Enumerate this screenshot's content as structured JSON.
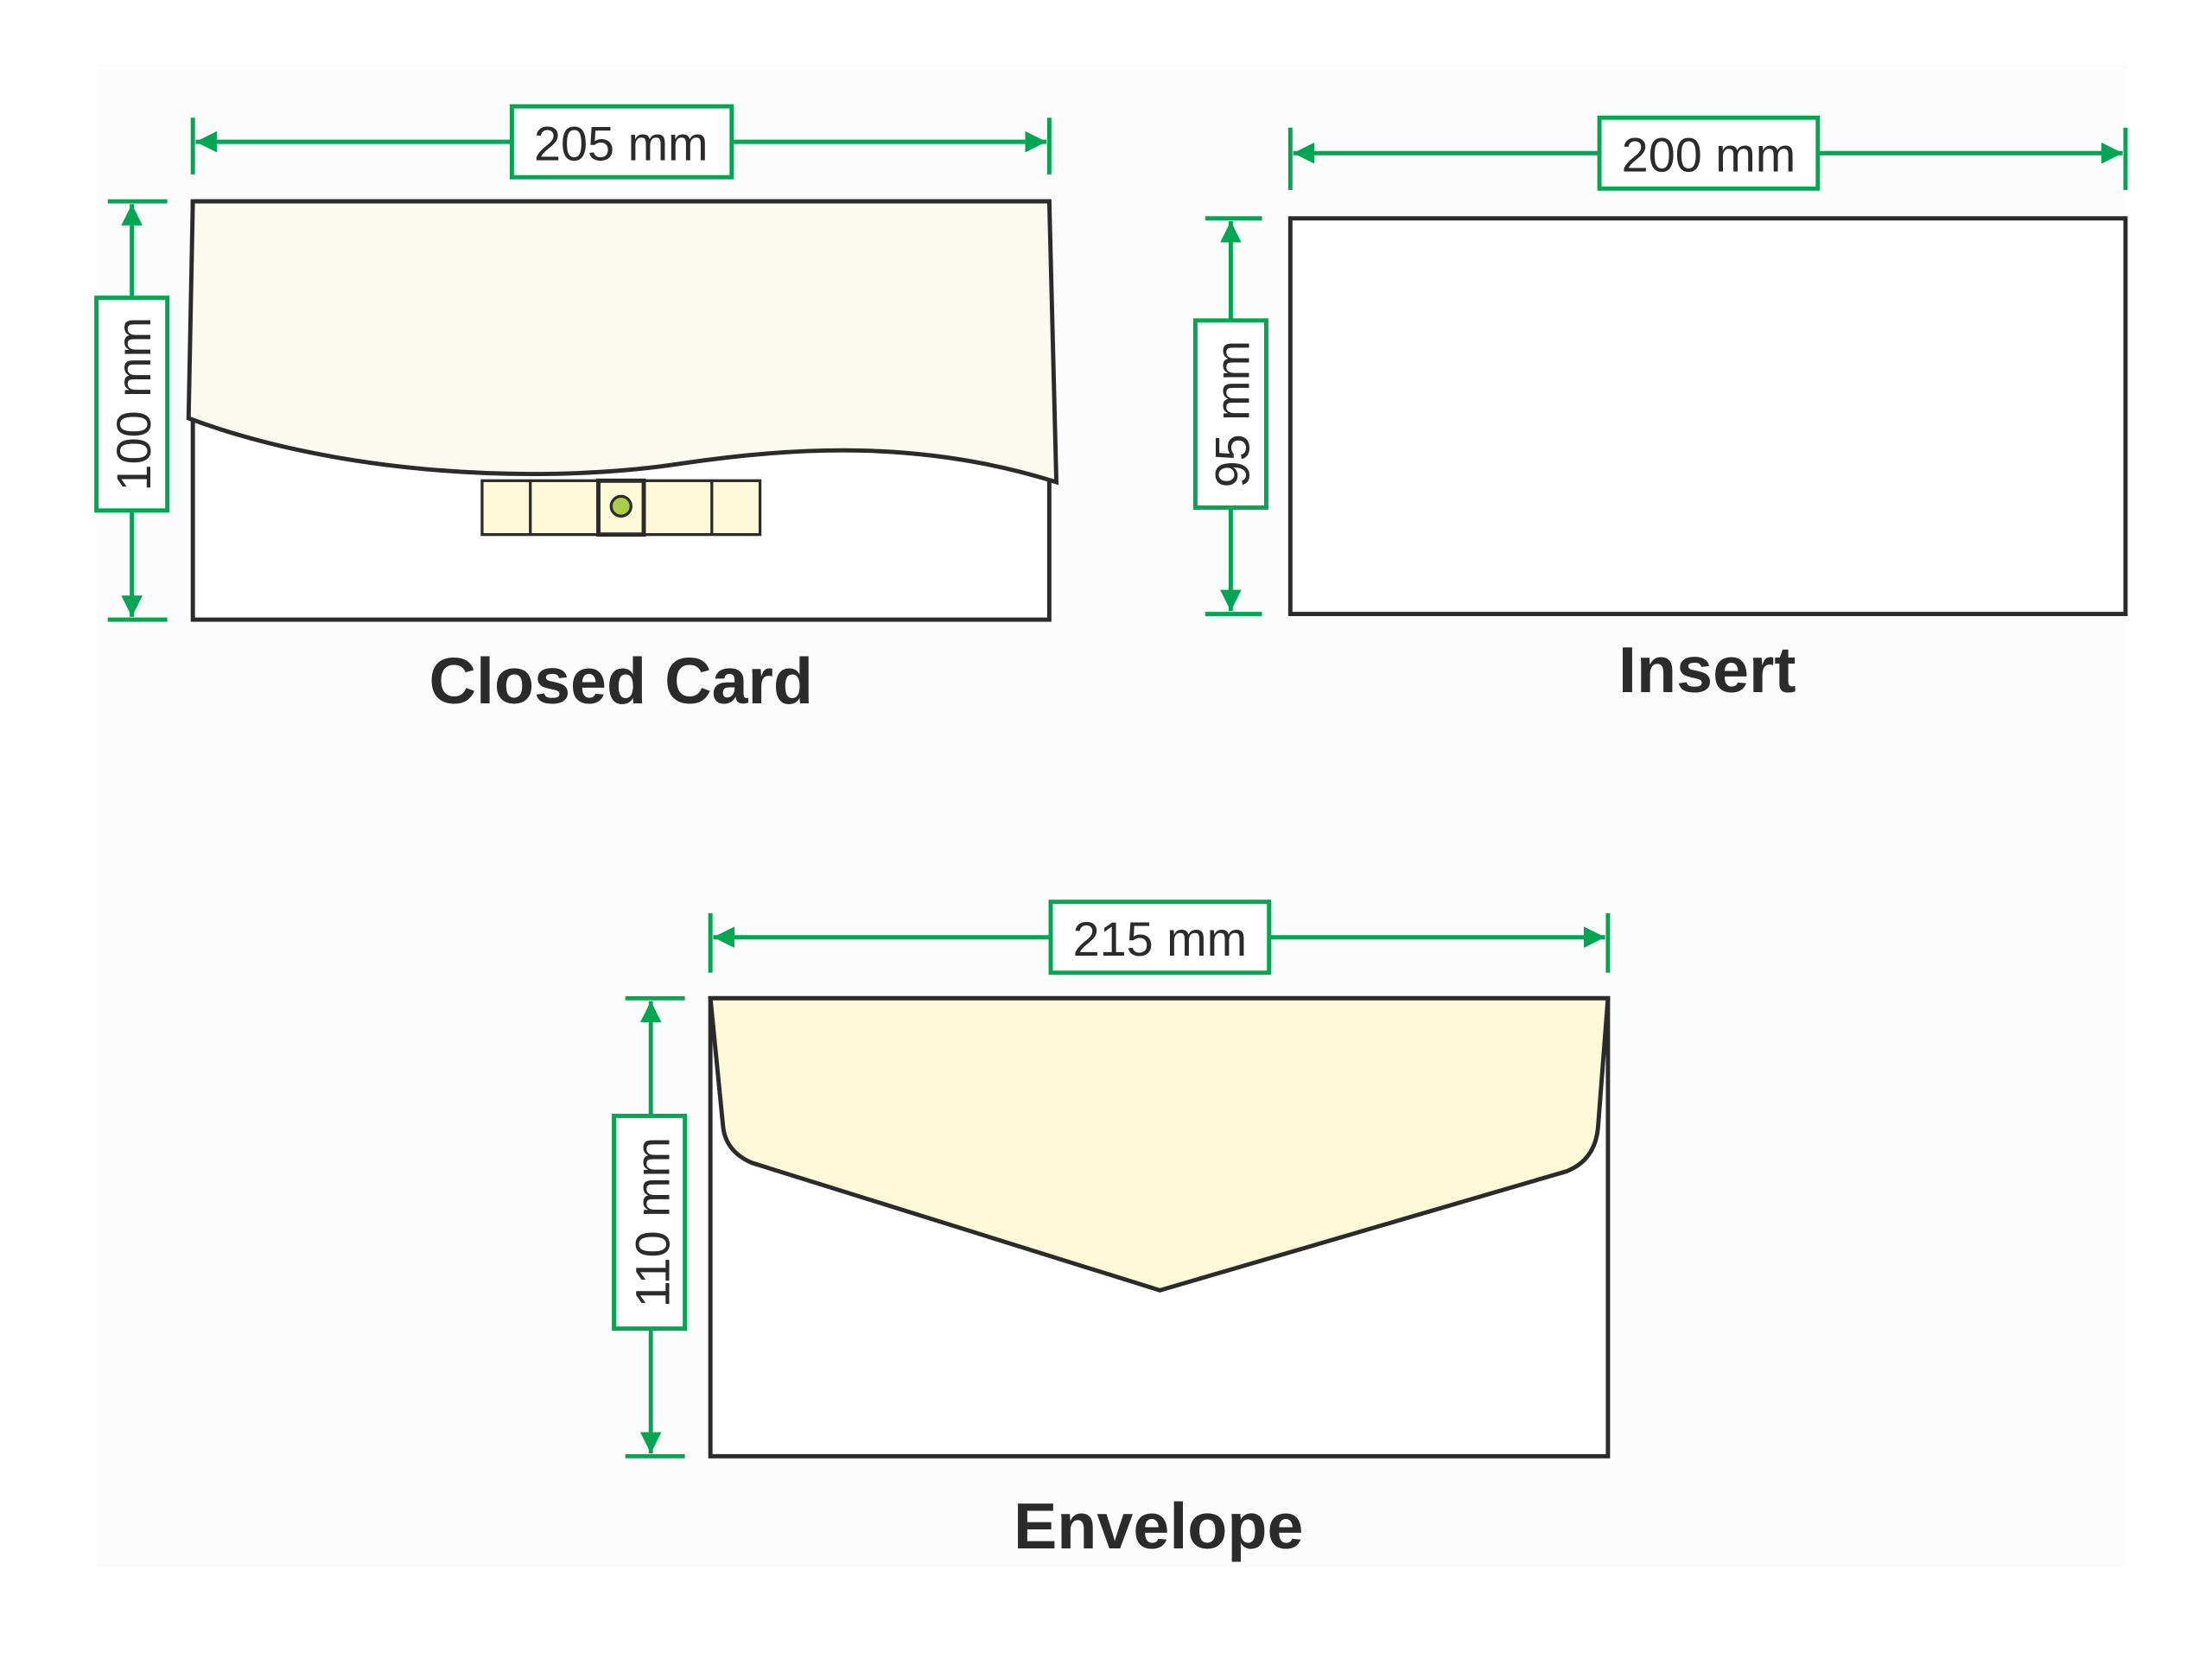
{
  "colors": {
    "dimension": "#00a651",
    "outline": "#2b2b2b",
    "paper": "#fafaee",
    "flap": "#fdf9d8",
    "dot": "#a8cf45"
  },
  "closed_card": {
    "title": "Closed Card",
    "width_label": "205 mm",
    "height_label": "100 mm"
  },
  "insert": {
    "title": "Insert",
    "width_label": "200 mm",
    "height_label": "95 mm"
  },
  "envelope": {
    "title": "Envelope",
    "width_label": "215 mm",
    "height_label": "110 mm"
  }
}
